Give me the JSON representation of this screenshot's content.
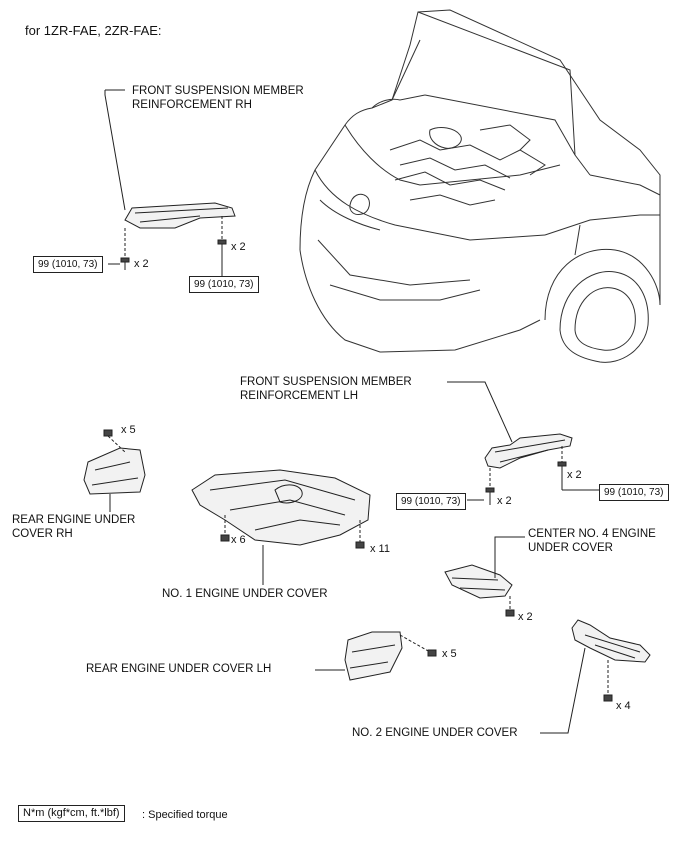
{
  "applicability": "for 1ZR-FAE, 2ZR-FAE:",
  "labels": {
    "front_reinf_rh_line1": "FRONT SUSPENSION MEMBER",
    "front_reinf_rh_line2": "REINFORCEMENT RH",
    "front_reinf_lh_line1": "FRONT SUSPENSION MEMBER",
    "front_reinf_lh_line2": "REINFORCEMENT LH",
    "rear_cover_rh_line1": "REAR ENGINE UNDER",
    "rear_cover_rh_line2": "COVER RH",
    "no1_cover": "NO. 1 ENGINE UNDER COVER",
    "center_no4_line1": "CENTER NO. 4 ENGINE",
    "center_no4_line2": "UNDER COVER",
    "rear_cover_lh": "REAR ENGINE UNDER COVER LH",
    "no2_cover": "NO. 2 ENGINE UNDER COVER"
  },
  "torque": {
    "rh_left": "99 (1010, 73)",
    "rh_right": "99 (1010, 73)",
    "lh_left": "99 (1010, 73)",
    "lh_right": "99 (1010, 73)"
  },
  "quantities": {
    "rh_bolt_left": "x 2",
    "rh_bolt_right": "x 2",
    "rear_rh_clip": "x 5",
    "no1_left": "x 6",
    "no1_right": "x 11",
    "lh_bolt_left": "x 2",
    "lh_bolt_right": "x 2",
    "center_no4": "x 2",
    "rear_lh_clip": "x 5",
    "no2": "x 4"
  },
  "legend": {
    "box": "N*m (kgf*cm, ft.*lbf)",
    "text": ": Specified torque"
  }
}
